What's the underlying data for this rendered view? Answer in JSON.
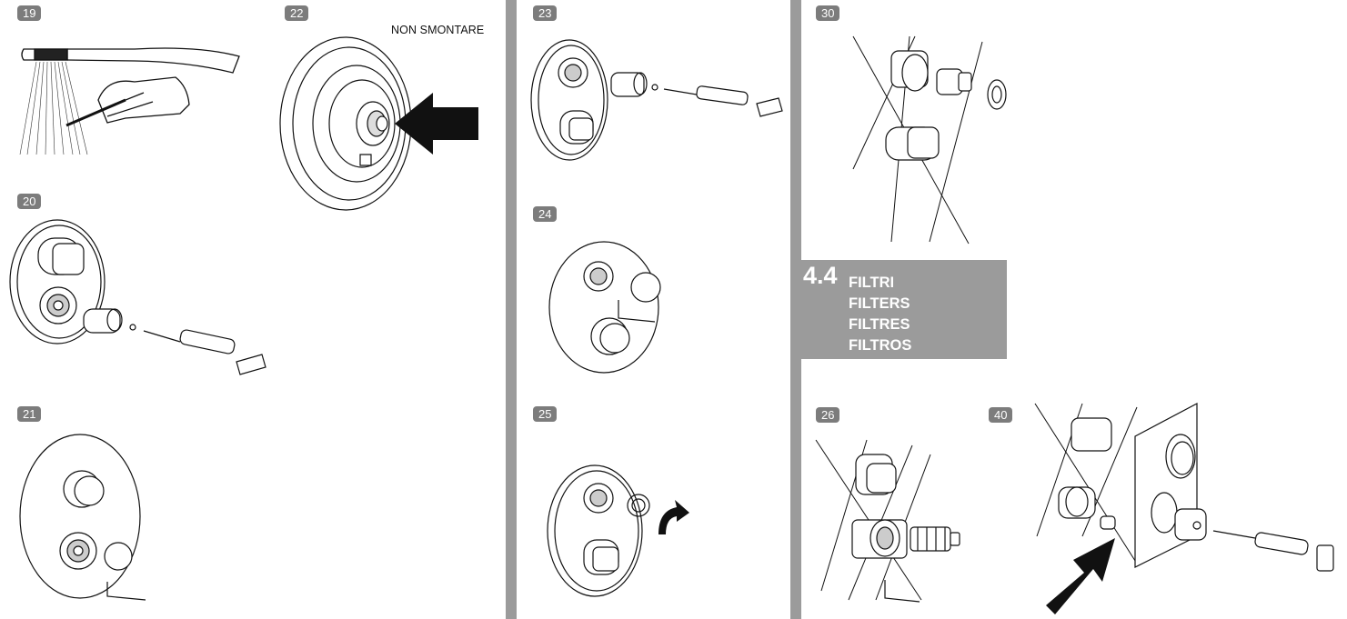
{
  "steps": {
    "s19": "19",
    "s20": "20",
    "s21": "21",
    "s22": "22",
    "s23": "23",
    "s24": "24",
    "s25": "25",
    "s30": "30",
    "s26": "26",
    "s40": "40"
  },
  "notes": {
    "non_smontare": "NON SMONTARE"
  },
  "section": {
    "number": "4.4",
    "titles": [
      "FILTRI",
      "FILTERS",
      "FILTRES",
      "FILTROS"
    ]
  },
  "colors": {
    "divider": "#9b9b9b",
    "badge": "#7c7c7c",
    "ink": "#111111"
  },
  "icons": [
    "hand-shower-icon",
    "screwdriver-icon",
    "arrow-icon",
    "rotate-arrow-icon",
    "cartridge-icon",
    "hex-key-icon"
  ]
}
